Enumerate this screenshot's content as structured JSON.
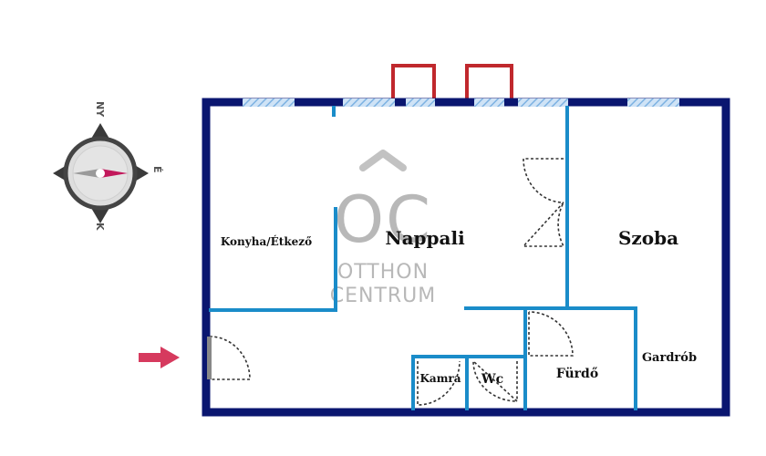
{
  "colors": {
    "outer_wall": "#0a1670",
    "inner_wall": "#1a8cc9",
    "window": "#9fc8ec",
    "chimney": "#c0282d",
    "door_swing": "#333333",
    "entry_arrow": "#d63a5e",
    "watermark": "#b8b8b8",
    "compass_needle_east": "#c2185b"
  },
  "compass": {
    "north": "NY",
    "east": "É",
    "south": "K"
  },
  "rooms": {
    "kitchen": "Konyha/Étkező",
    "living": "Nappali",
    "bedroom": "Szoba",
    "bathroom": "Fürdő",
    "wardrobe": "Gardrób",
    "pantry": "Kamra",
    "wc": "Wc"
  },
  "watermark": {
    "logo": "OC",
    "line1": "OTTHON",
    "line2": "CENTRUM"
  },
  "icons": {
    "compass": "compass-icon",
    "entry": "arrow-right-icon"
  }
}
